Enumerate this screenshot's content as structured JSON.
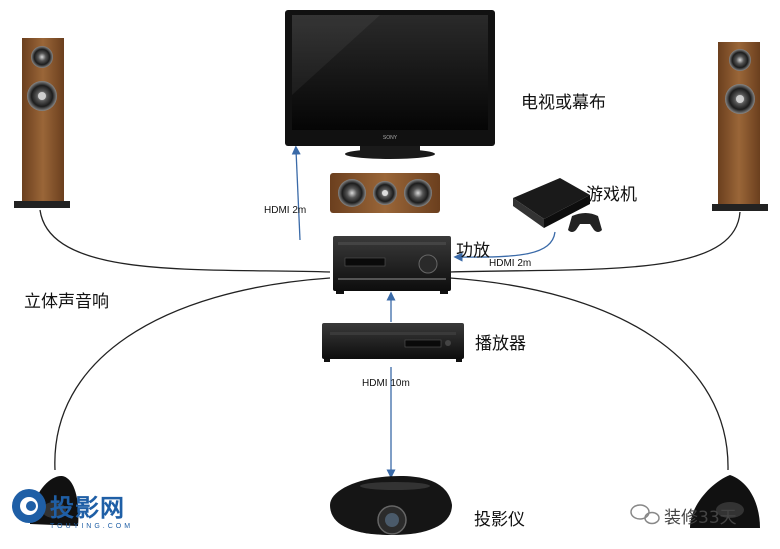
{
  "labels": {
    "tv": "电视或幕布",
    "game": "游戏机",
    "amp": "功放",
    "stereo": "立体声音响",
    "player": "播放器",
    "projector": "投影仪"
  },
  "connections": {
    "tv_hdmi": "HDMI 2m",
    "game_hdmi": "HDMI 2m",
    "projector_hdmi": "HDMI 10m"
  },
  "watermarks": {
    "left_logo": "投影网",
    "left_sub": "TOUYING.COM",
    "right": "装修33天"
  },
  "tv_brand": "SONY",
  "colors": {
    "arrow": "#3a6aa8",
    "cable": "#222222",
    "wood": "#8a5a32",
    "device": "#1a1a1a"
  }
}
